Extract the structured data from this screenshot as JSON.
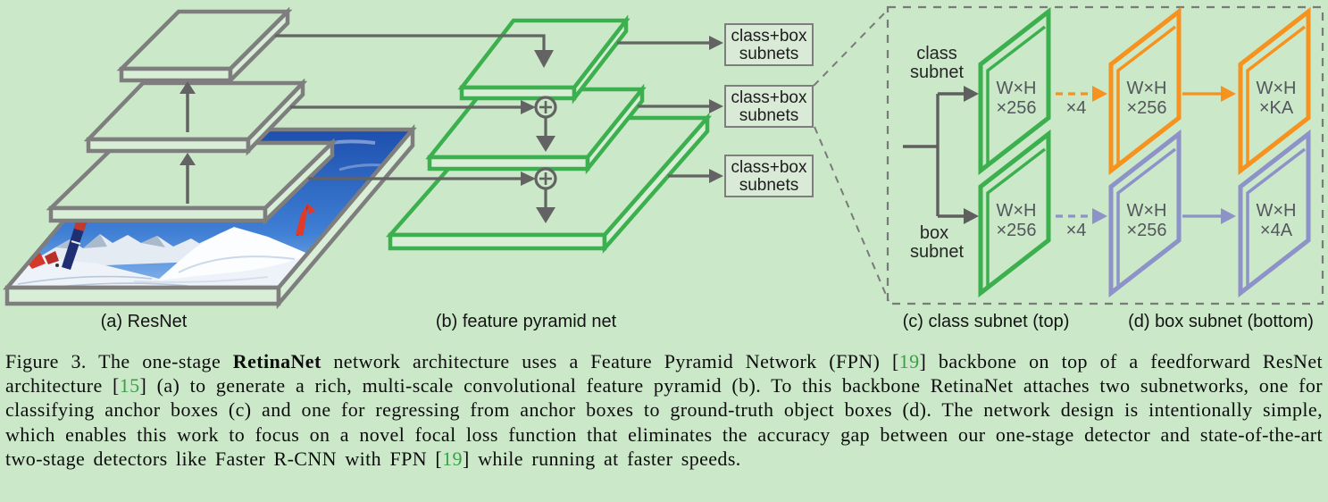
{
  "colors": {
    "background": "#cbe8c9",
    "diagram_gray": "#7e7e7e",
    "arrow_gray": "#636363",
    "fpn_green": "#3cb04e",
    "class_orange": "#f6921e",
    "box_purple": "#8d92c8",
    "reference_green": "#3aa048",
    "subnet_box_fill": "#d9ead6",
    "plane_text_gray": "#54575c"
  },
  "diagram": {
    "backbone_caption": "(a) ResNet",
    "fpn_caption": "(b) feature pyramid net",
    "class_subnet_caption": "(c) class subnet (top)",
    "box_subnet_caption": "(d) box subnet (bottom)",
    "subnet_boxes": [
      {
        "line1": "class+box",
        "line2": "subnets"
      },
      {
        "line1": "class+box",
        "line2": "subnets"
      },
      {
        "line1": "class+box",
        "line2": "subnets"
      }
    ],
    "detail": {
      "class_subnet_label": {
        "line1": "class",
        "line2": "subnet"
      },
      "box_subnet_label": {
        "line1": "box",
        "line2": "subnet"
      },
      "times4_top": "×4",
      "times4_bottom": "×4",
      "planes_top": [
        {
          "line1": "W×H",
          "line2": "×256"
        },
        {
          "line1": "W×H",
          "line2": "×256"
        },
        {
          "line1": "W×H",
          "line2": "×KA"
        }
      ],
      "planes_bottom": [
        {
          "line1": "W×H",
          "line2": "×256"
        },
        {
          "line1": "W×H",
          "line2": "×256"
        },
        {
          "line1": "W×H",
          "line2": "×4A"
        }
      ]
    }
  },
  "caption": {
    "segments": [
      {
        "text": "Figure 3. The one-stage "
      },
      {
        "text": "RetinaNet",
        "bold": true
      },
      {
        "text": " network architecture uses a Feature Pyramid Network (FPN) ["
      },
      {
        "text": "19",
        "ref": true
      },
      {
        "text": "] backbone on top of a feedforward ResNet architecture ["
      },
      {
        "text": "15",
        "ref": true
      },
      {
        "text": "] (a) to generate a rich, multi-scale convolutional feature pyramid (b). To this backbone RetinaNet attaches two subnetworks, one for classifying anchor boxes (c) and one for regressing from anchor boxes to ground-truth object boxes (d). The network design is intentionally simple, which enables this work to focus on a novel focal loss function that eliminates the accuracy gap between our one-stage detector and state-of-the-art two-stage detectors like Faster R-CNN with FPN ["
      },
      {
        "text": "19",
        "ref": true
      },
      {
        "text": "] while running at faster speeds."
      }
    ]
  }
}
